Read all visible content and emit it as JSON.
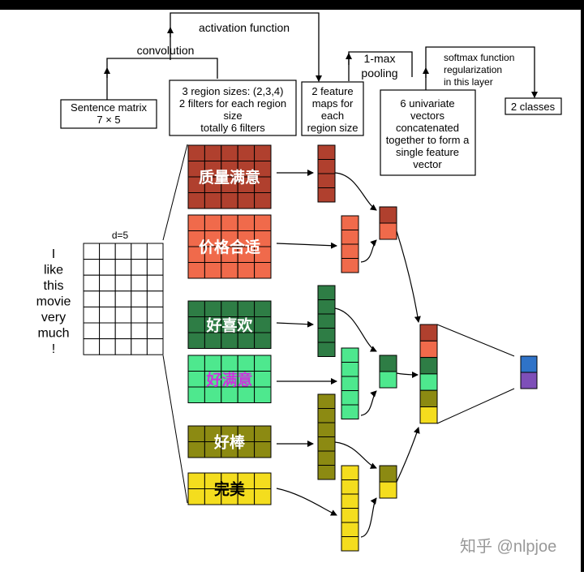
{
  "labels": {
    "activation_function": "activation function",
    "convolution": "convolution",
    "one_max_pooling": "1-max pooling",
    "softmax": "softmax function regularization in this layer"
  },
  "boxes": {
    "sentence_matrix": [
      "Sentence matrix",
      "7 × 5"
    ],
    "region_sizes": [
      "3 region sizes: (2,3,4)",
      "2 filters for each region",
      "size",
      "totally 6 filters"
    ],
    "feature_maps": [
      "2 feature",
      "maps for",
      "each",
      "region size"
    ],
    "univariate": [
      "6 univariate",
      "vectors",
      "concatenated",
      "together to form a",
      "single feature",
      "vector"
    ],
    "classes": [
      "2 classes"
    ]
  },
  "sentence": {
    "dim_label": "d=5",
    "words": [
      "I",
      "like",
      "this",
      "movie",
      "very",
      "much",
      "!"
    ]
  },
  "filters": [
    {
      "label": "质量满意",
      "color": "#b0402e",
      "label_color": "#ffffff"
    },
    {
      "label": "价格合适",
      "color": "#f06a4b",
      "label_color": "#ffffff"
    },
    {
      "label": "好喜欢",
      "color": "#2e7d45",
      "label_color": "#ffffff"
    },
    {
      "label": "好满意",
      "color": "#4ee88e",
      "label_color": "#cc33dd"
    },
    {
      "label": "好棒",
      "color": "#8c8a12",
      "label_color": "#ffffff"
    },
    {
      "label": "完美",
      "color": "#f4dd1e",
      "label_color": "#000000"
    }
  ],
  "output_colors": [
    "#2f73c8",
    "#7e4fb8"
  ],
  "watermark": "知乎 @nlpjoe"
}
